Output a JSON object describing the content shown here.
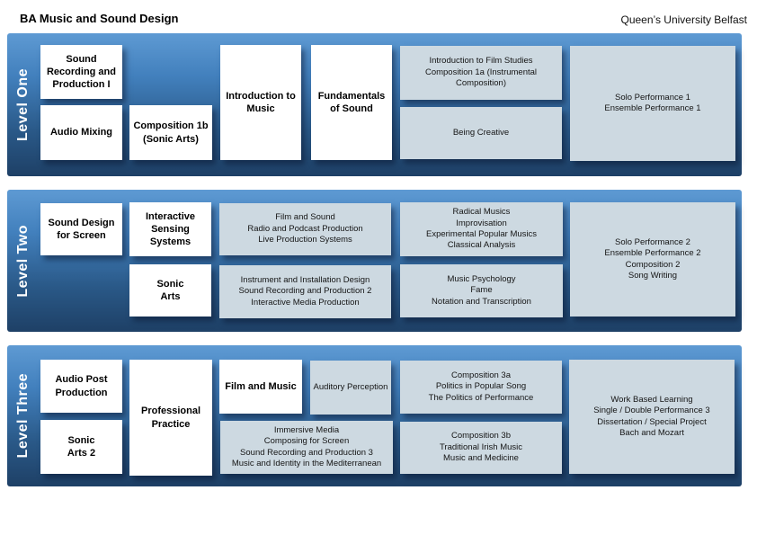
{
  "header": {
    "title": "BA Music and Sound Design",
    "institution": "Queen’s University Belfast"
  },
  "colors": {
    "band_gradient_top": "#5e9ad3",
    "band_gradient_bottom": "#1e4066",
    "core_module_bg": "#ffffff",
    "option_module_bg": "#cdd9e1",
    "level_label_text": "#ffffff"
  },
  "levels": [
    {
      "label": "Level One",
      "boxes": [
        {
          "name": "sound-recording-and-production-1",
          "modules": [
            "Sound Recording and Production I"
          ]
        },
        {
          "name": "audio-mixing",
          "modules": [
            "Audio Mixing"
          ]
        },
        {
          "name": "composition-1b-sonic-arts",
          "modules": [
            "Composition 1b (Sonic Arts)"
          ]
        },
        {
          "name": "introduction-to-music",
          "modules": [
            "Introduction to Music"
          ]
        },
        {
          "name": "fundamentals-of-sound",
          "modules": [
            "Fundamentals of Sound"
          ]
        },
        {
          "name": "film-studies-composition-1a",
          "modules": [
            "Introduction to Film Studies",
            "Composition 1a (Instrumental Composition)"
          ]
        },
        {
          "name": "being-creative",
          "modules": [
            "Being Creative"
          ]
        },
        {
          "name": "performance-1",
          "modules": [
            "Solo Performance 1",
            "Ensemble Performance 1"
          ]
        }
      ]
    },
    {
      "label": "Level Two",
      "boxes": [
        {
          "name": "sound-design-for-screen",
          "modules": [
            "Sound Design for Screen"
          ]
        },
        {
          "name": "interactive-sensing-systems",
          "modules": [
            "Interactive Sensing Systems"
          ]
        },
        {
          "name": "sonic-arts",
          "modules": [
            "Sonic Arts"
          ]
        },
        {
          "name": "film-radio-live-production",
          "modules": [
            "Film and Sound",
            "Radio and Podcast Production",
            "Live Production Systems"
          ]
        },
        {
          "name": "instrument-recording-interactive",
          "modules": [
            "Instrument and Installation Design",
            "Sound Recording and Production 2",
            "Interactive Media Production"
          ]
        },
        {
          "name": "radical-musics-group",
          "modules": [
            "Radical Musics",
            "Improvisation",
            "Experimental Popular Musics",
            "Classical Analysis"
          ]
        },
        {
          "name": "music-psychology-group",
          "modules": [
            "Music Psychology",
            "Fame",
            "Notation and Transcription"
          ]
        },
        {
          "name": "performance-2",
          "modules": [
            "Solo Performance 2",
            "Ensemble Performance 2",
            "Composition 2",
            "Song Writing"
          ]
        }
      ]
    },
    {
      "label": "Level Three",
      "boxes": [
        {
          "name": "audio-post-production",
          "modules": [
            "Audio Post Production"
          ]
        },
        {
          "name": "sonic-arts-2",
          "modules": [
            "Sonic Arts 2"
          ]
        },
        {
          "name": "professional-practice",
          "modules": [
            "Professional Practice"
          ]
        },
        {
          "name": "film-and-music",
          "modules": [
            "Film and Music"
          ]
        },
        {
          "name": "auditory-perception",
          "modules": [
            "Auditory Perception"
          ]
        },
        {
          "name": "immersive-media-group",
          "modules": [
            "Immersive Media",
            "Composing for Screen",
            "Sound Recording and Production 3",
            "Music and Identity in the Mediterranean"
          ]
        },
        {
          "name": "composition-3a-group",
          "modules": [
            "Composition 3a",
            "Politics in Popular Song",
            "The Politics of Performance"
          ]
        },
        {
          "name": "composition-3b-group",
          "modules": [
            "Composition 3b",
            "Traditional Irish Music",
            "Music and Medicine"
          ]
        },
        {
          "name": "work-based-learning-group",
          "modules": [
            "Work Based Learning",
            "Single / Double Performance 3",
            "Dissertation / Special Project",
            "Bach and Mozart"
          ]
        }
      ]
    }
  ]
}
